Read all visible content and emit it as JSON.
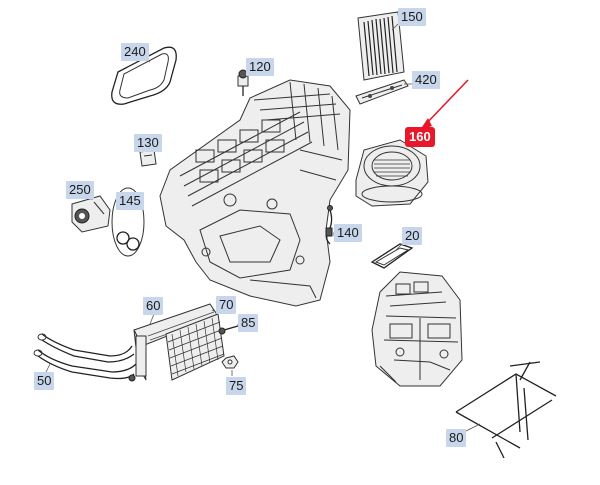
{
  "callouts": [
    {
      "id": "c150",
      "label": "150",
      "highlight": false
    },
    {
      "id": "c240",
      "label": "240",
      "highlight": false
    },
    {
      "id": "c120",
      "label": "120",
      "highlight": false
    },
    {
      "id": "c420",
      "label": "420",
      "highlight": false
    },
    {
      "id": "c160",
      "label": "160",
      "highlight": true
    },
    {
      "id": "c130",
      "label": "130",
      "highlight": false
    },
    {
      "id": "c250",
      "label": "250",
      "highlight": false
    },
    {
      "id": "c145",
      "label": "145",
      "highlight": false
    },
    {
      "id": "c140",
      "label": "140",
      "highlight": false
    },
    {
      "id": "c20",
      "label": "20",
      "highlight": false
    },
    {
      "id": "c60",
      "label": "60",
      "highlight": false
    },
    {
      "id": "c70",
      "label": "70",
      "highlight": false
    },
    {
      "id": "c85",
      "label": "85",
      "highlight": false
    },
    {
      "id": "c50",
      "label": "50",
      "highlight": false
    },
    {
      "id": "c75",
      "label": "75",
      "highlight": false
    },
    {
      "id": "c80",
      "label": "80",
      "highlight": false
    }
  ],
  "colors": {
    "callout_bg": "#c7d6ea",
    "highlight_bg": "#e8182a",
    "arrow": "#e8182a",
    "line": "#333333"
  }
}
